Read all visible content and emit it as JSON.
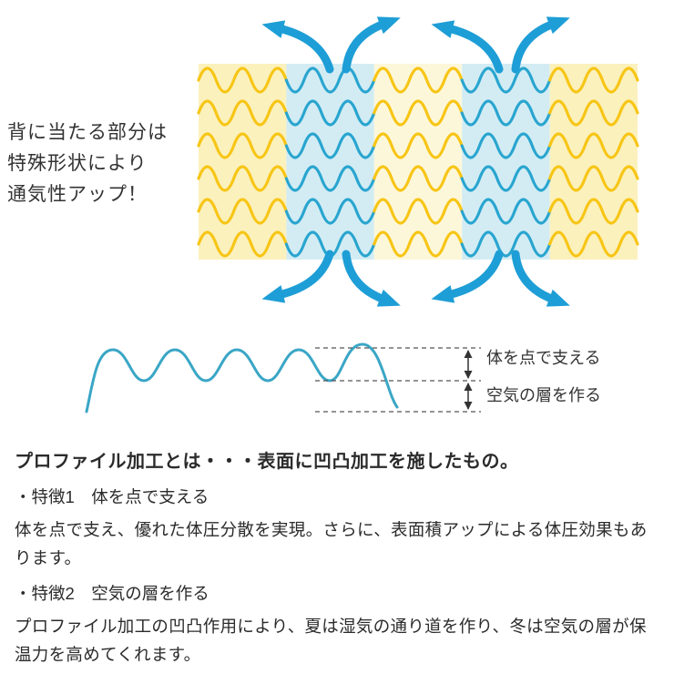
{
  "left_note": {
    "lines": [
      "背に当たる部分は",
      "特殊形状により",
      "通気性アップ！"
    ]
  },
  "profile_labels": {
    "support": "体を点で支える",
    "air": "空気の層を作る"
  },
  "description": {
    "title": "プロファイル加工とは・・・表面に凹凸加工を施したもの。",
    "feature1_heading": "・特徴1　体を点で支える",
    "feature1_body": "体を点で支え、優れた体圧分散を実現。さらに、表面積アップによる体圧効果もあります。",
    "feature2_heading": "・特徴2　空気の層を作る",
    "feature2_body": "プロファイル加工の凹凸作用により、夏は湿気の通り道を作り、冬は空気の層が保温力を高めてくれます。"
  },
  "colors": {
    "band_yellow": "#fbf1bd",
    "band_yellow_pale": "#fdf7da",
    "band_blue": "#d3ecf4",
    "wave_yellow": "#f7c515",
    "wave_blue": "#29a5cf",
    "arrow_blue": "#1e9ed6",
    "profile_blue": "#3aa6c6",
    "text": "#333333"
  }
}
